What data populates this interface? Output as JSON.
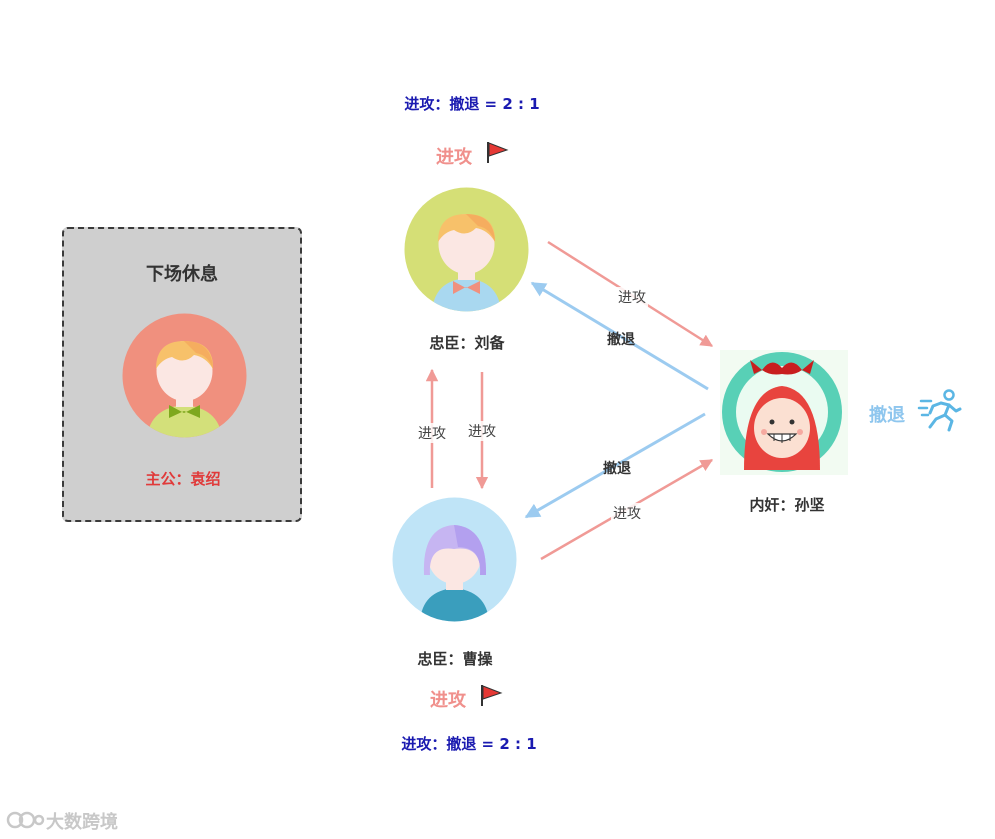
{
  "bench": {
    "title": "下场休息",
    "player_label": "主公：袁绍"
  },
  "nodes": {
    "liubei": {
      "label": "忠臣：刘备",
      "ratio": "进攻：撤退 = 2 : 1",
      "status": "进攻"
    },
    "caocao": {
      "label": "忠臣：曹操",
      "ratio": "进攻：撤退 = 2 : 1",
      "status": "进攻"
    },
    "sunjian": {
      "label": "内奸：孙坚",
      "status": "撤退"
    }
  },
  "edges": {
    "liubei_to_sunjian": "进攻",
    "sunjian_to_liubei": "撤退",
    "caocao_to_liubei": "进攻",
    "liubei_to_caocao": "进攻",
    "sunjian_to_caocao": "撤退",
    "caocao_to_sunjian": "进攻"
  },
  "watermark": "大数跨境",
  "colors": {
    "attack": "#f0908c",
    "retreat": "#9ccbf0",
    "ratio": "#1a1ab0",
    "lord": "#e03a3a"
  }
}
